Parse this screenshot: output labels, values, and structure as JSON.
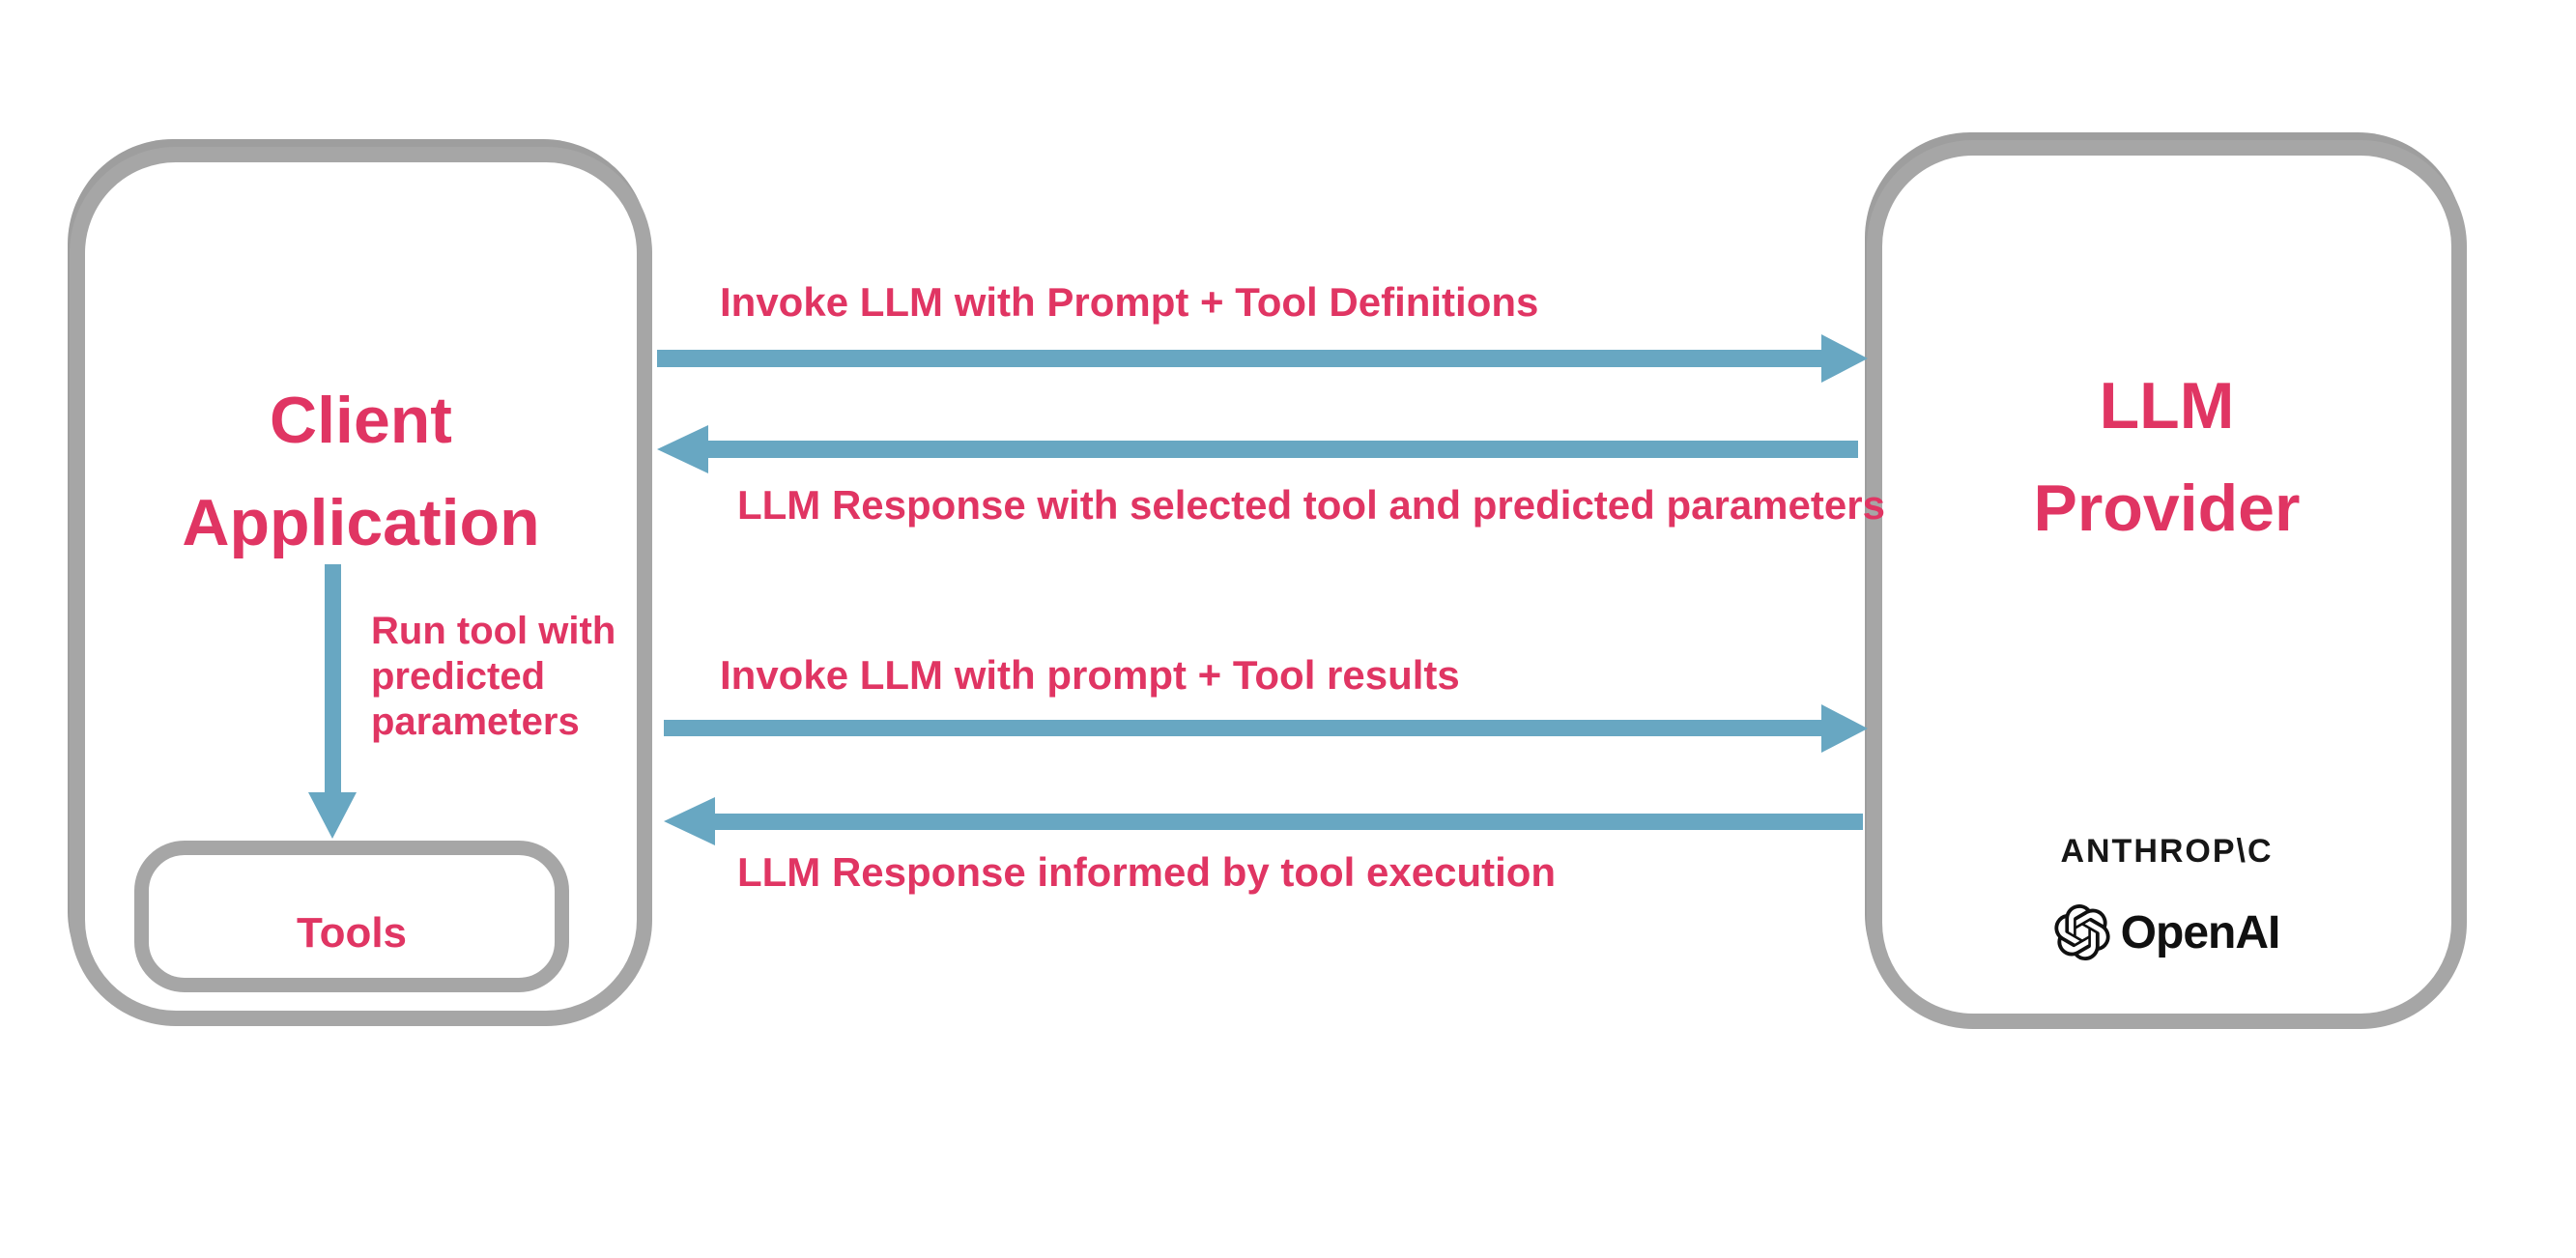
{
  "colors": {
    "pink": "#e03563",
    "blue": "#68a7c2",
    "gray": "#a6a6a6",
    "ink": "#161616"
  },
  "client_box": {
    "title_line1": "Client",
    "title_line2": "Application",
    "run_tool_note": "Run tool with\npredicted\nparameters",
    "tools_label": "Tools"
  },
  "llm_box": {
    "title_line1": "LLM",
    "title_line2": "Provider",
    "anthropic_wordmark": "ANTHROP\\C",
    "openai_wordmark": "OpenAI"
  },
  "flows": [
    {
      "id": "invoke-with-definitions",
      "direction": "right",
      "label": "Invoke LLM with Prompt + Tool Definitions"
    },
    {
      "id": "response-selected-tool",
      "direction": "left",
      "label": "LLM Response with selected tool and predicted parameters"
    },
    {
      "id": "invoke-with-results",
      "direction": "right",
      "label": "Invoke LLM with prompt + Tool results"
    },
    {
      "id": "response-informed",
      "direction": "left",
      "label": "LLM Response informed by tool execution"
    }
  ]
}
